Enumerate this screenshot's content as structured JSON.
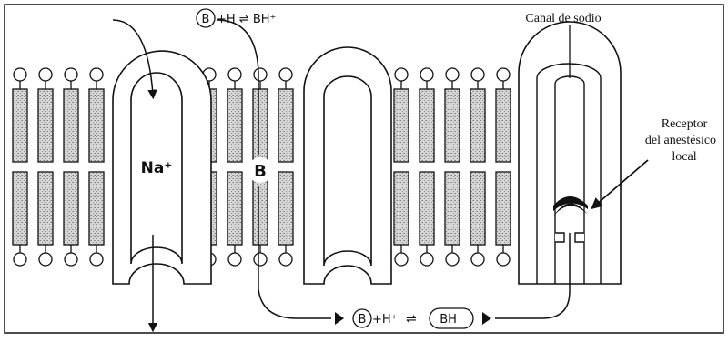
{
  "figure": {
    "equation_top": {
      "base_symbol": "B",
      "rest": "+H ⇌ BH⁺"
    },
    "equation_bottom": {
      "base_symbol": "B",
      "h_ion": "+H⁺",
      "arrow": "⇌",
      "ionized": "BH⁺"
    },
    "ion_label": "Na⁺",
    "drug_label": "B",
    "channel_label": "Canal de sodio",
    "receptor_label": [
      "Receptor",
      "del anestésico",
      "local"
    ]
  },
  "colors": {
    "line": "#111111",
    "tail_fill": "#d2d2d2",
    "receptor_fill": "#111111",
    "background": "#ffffff"
  }
}
